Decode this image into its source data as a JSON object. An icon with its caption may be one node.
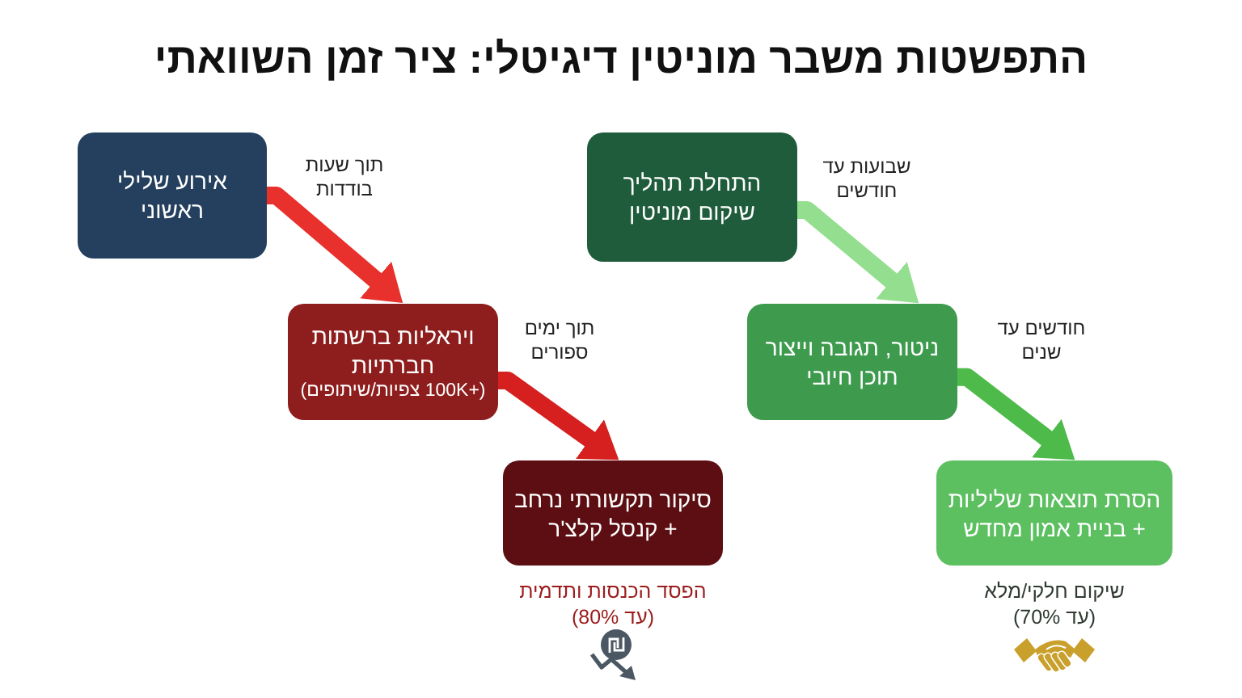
{
  "diagram": {
    "title": "התפשטות משבר מוניטין דיגיטלי: ציר זמן השוואתי",
    "nodes": [
      {
        "text": [
          "אירוע שלילי ראשוני"
        ]
      },
      {
        "text": [
          "ויראליות ברשתות חברתיות",
          "(+100K צפיות/שיתופים)"
        ]
      },
      {
        "text": [
          "סיקור תקשורתי נרחב + קנסל קלצ'ר"
        ],
        "beside": [
          "הפסד הכנסות ותדמית (עד 80%)"
        ]
      },
      {
        "text": [
          "התחלת תהליך שיקום מוניטין"
        ]
      },
      {
        "text": [
          "ניטור, תגובה וייצור תוכן חיובי"
        ]
      },
      {
        "text": [
          "הסרת תוצאות שליליות + בניית אמון מחדש"
        ],
        "beside": [
          "שיקום חלקי/מלא (עד 70%)"
        ]
      }
    ],
    "edges": [
      {
        "from": 0,
        "to": 1,
        "arrow": "to",
        "label": "תוך שעות בודדות",
        "color": "#e8302c"
      },
      {
        "from": 1,
        "to": 2,
        "arrow": "to",
        "label": "תוך ימים ספורים",
        "color": "#d61f1f"
      },
      {
        "from": 3,
        "to": 4,
        "arrow": "to",
        "label": "שבועות עד חודשים",
        "color": "#93de8f"
      },
      {
        "from": 4,
        "to": 5,
        "arrow": "to",
        "label": "חודשים עד שנים",
        "color": "#4dba4a"
      }
    ]
  }
}
